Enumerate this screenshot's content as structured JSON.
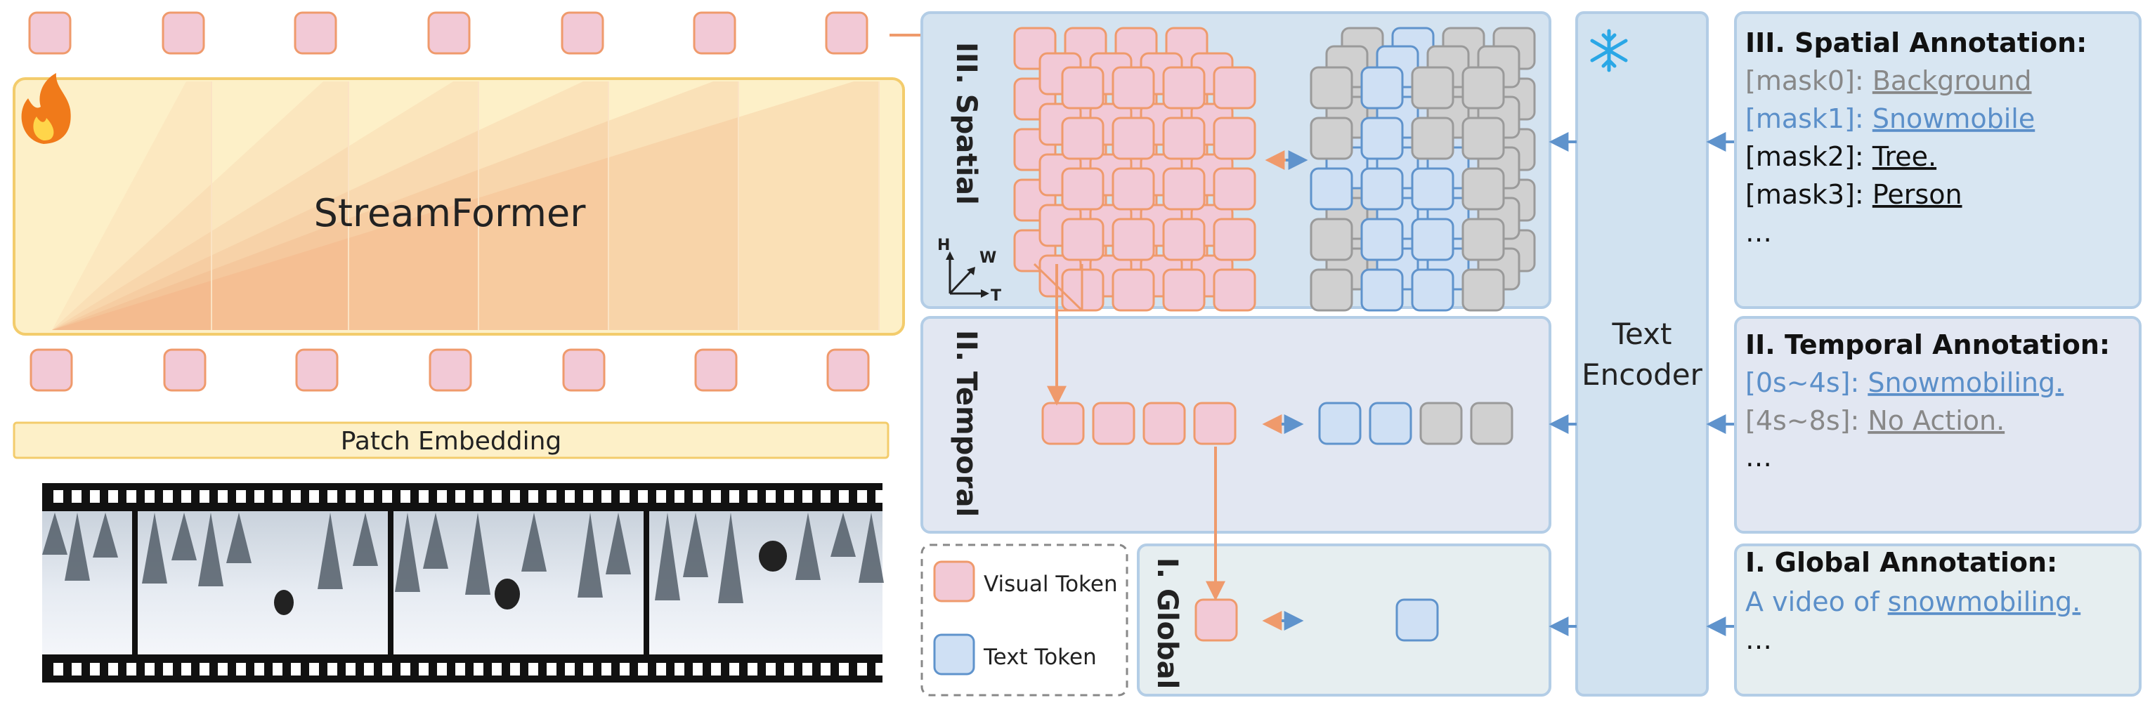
{
  "model": {
    "name": "StreamFormer",
    "patch_embedding": "Patch Embedding",
    "trainable_icon": "fire-icon"
  },
  "levels": {
    "spatial": "III. Spatial",
    "temporal": "II. Temporal",
    "global": "I. Global"
  },
  "axes": {
    "h": "H",
    "w": "W",
    "t": "T"
  },
  "text_encoder": {
    "line1": "Text",
    "line2": "Encoder",
    "frozen_icon": "snowflake-icon"
  },
  "legend": {
    "visual": "Visual Token",
    "text": "Text Token"
  },
  "annotations": {
    "spatial": {
      "title": "III. Spatial Annotation:",
      "items": [
        {
          "tag": "[mask0]:",
          "label": "Background",
          "color": "#888888"
        },
        {
          "tag": "[mask1]:",
          "label": "Snowmobile",
          "color": "#5b8fc9"
        },
        {
          "tag": "[mask2]:",
          "label": "Tree.",
          "color": "#111111"
        },
        {
          "tag": "[mask3]:",
          "label": "Person",
          "color": "#111111"
        }
      ],
      "more": "…"
    },
    "temporal": {
      "title": "II. Temporal Annotation:",
      "items": [
        {
          "tag": "[0s~4s]:",
          "label": "Snowmobiling.",
          "color": "#5b8fc9"
        },
        {
          "tag": "[4s~8s]:",
          "label": "No Action.",
          "color": "#888888"
        }
      ],
      "more": "…"
    },
    "global": {
      "title": "I. Global Annotation:",
      "prefix": "A video of ",
      "label": "snowmobiling.",
      "color": "#5b8fc9",
      "more": "…"
    }
  },
  "colors": {
    "visual_fill": "#f2c9d6",
    "visual_stroke": "#ef9a6c",
    "text_fill": "#cfe0f4",
    "text_stroke": "#5f93cc",
    "gray_fill": "#d0d0d0",
    "gray_stroke": "#9a9a9a",
    "spatial_panel": "#d4e3f0",
    "temporal_panel": "#e2e7f2",
    "global_panel": "#e6eef0",
    "encoder_panel": "#d1e2f0",
    "annot_panel": "#d8e6f2",
    "panel_border": "#b3cde6",
    "model_fill": "#fdf0c8",
    "model_border": "#f3cc6c"
  }
}
